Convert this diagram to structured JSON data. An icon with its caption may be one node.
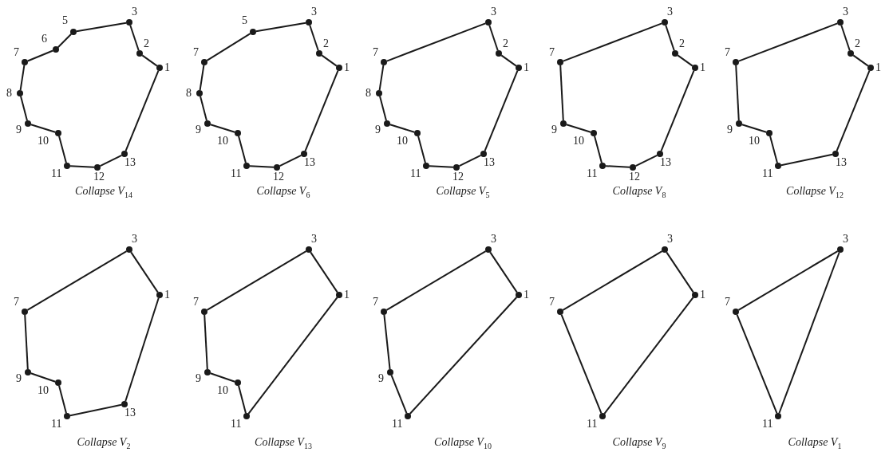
{
  "diagram": {
    "nodes": [
      {
        "text": [],
        "shape": "circle",
        "beside": [
          "1"
        ]
      },
      {
        "text": [],
        "shape": "circle",
        "beside": [
          "2"
        ]
      },
      {
        "text": [],
        "shape": "circle",
        "beside": [
          "3"
        ]
      },
      {
        "text": [],
        "shape": "circle",
        "beside": [
          "5"
        ]
      },
      {
        "text": [],
        "shape": "circle",
        "beside": [
          "6"
        ]
      },
      {
        "text": [],
        "shape": "circle",
        "beside": [
          "7"
        ]
      },
      {
        "text": [],
        "shape": "circle",
        "beside": [
          "8"
        ]
      },
      {
        "text": [],
        "shape": "circle",
        "beside": [
          "9"
        ]
      },
      {
        "text": [],
        "shape": "circle",
        "beside": [
          "10"
        ]
      },
      {
        "text": [],
        "shape": "circle",
        "beside": [
          "11"
        ]
      },
      {
        "text": [],
        "shape": "circle",
        "beside": [
          "12"
        ]
      },
      {
        "text": [],
        "shape": "circle",
        "beside": [
          "13"
        ]
      },
      {
        "text": [],
        "shape": "circle",
        "beside": [
          "1"
        ]
      },
      {
        "text": [],
        "shape": "circle",
        "beside": [
          "2"
        ]
      },
      {
        "text": [],
        "shape": "circle",
        "beside": [
          "3"
        ]
      },
      {
        "text": [],
        "shape": "circle",
        "beside": [
          "5"
        ]
      },
      {
        "text": [],
        "shape": "circle",
        "beside": [
          "7"
        ]
      },
      {
        "text": [],
        "shape": "circle",
        "beside": [
          "8"
        ]
      },
      {
        "text": [],
        "shape": "circle",
        "beside": [
          "9"
        ]
      },
      {
        "text": [],
        "shape": "circle",
        "beside": [
          "10"
        ]
      },
      {
        "text": [],
        "shape": "circle",
        "beside": [
          "11"
        ]
      },
      {
        "text": [],
        "shape": "circle",
        "beside": [
          "12"
        ]
      },
      {
        "text": [],
        "shape": "circle",
        "beside": [
          "13"
        ]
      },
      {
        "text": [],
        "shape": "circle",
        "beside": [
          "1"
        ]
      },
      {
        "text": [],
        "shape": "circle",
        "beside": [
          "2"
        ]
      },
      {
        "text": [],
        "shape": "circle",
        "beside": [
          "3"
        ]
      },
      {
        "text": [],
        "shape": "circle",
        "beside": [
          "7"
        ]
      },
      {
        "text": [],
        "shape": "circle",
        "beside": [
          "8"
        ]
      },
      {
        "text": [],
        "shape": "circle",
        "beside": [
          "9"
        ]
      },
      {
        "text": [],
        "shape": "circle",
        "beside": [
          "10"
        ]
      },
      {
        "text": [],
        "shape": "circle",
        "beside": [
          "11"
        ]
      },
      {
        "text": [],
        "shape": "circle",
        "beside": [
          "12"
        ]
      },
      {
        "text": [],
        "shape": "circle",
        "beside": [
          "13"
        ]
      },
      {
        "text": [],
        "shape": "circle",
        "beside": [
          "1"
        ]
      },
      {
        "text": [],
        "shape": "circle",
        "beside": [
          "2"
        ]
      },
      {
        "text": [],
        "shape": "circle",
        "beside": [
          "3"
        ]
      },
      {
        "text": [],
        "shape": "circle",
        "beside": [
          "7"
        ]
      },
      {
        "text": [],
        "shape": "circle",
        "beside": [
          "9"
        ]
      },
      {
        "text": [],
        "shape": "circle",
        "beside": [
          "10"
        ]
      },
      {
        "text": [],
        "shape": "circle",
        "beside": [
          "11"
        ]
      },
      {
        "text": [],
        "shape": "circle",
        "beside": [
          "12"
        ]
      },
      {
        "text": [],
        "shape": "circle",
        "beside": [
          "13"
        ]
      },
      {
        "text": [],
        "shape": "circle",
        "beside": [
          "1"
        ]
      },
      {
        "text": [],
        "shape": "circle",
        "beside": [
          "2"
        ]
      },
      {
        "text": [],
        "shape": "circle",
        "beside": [
          "3"
        ]
      },
      {
        "text": [],
        "shape": "circle",
        "beside": [
          "7"
        ]
      },
      {
        "text": [],
        "shape": "circle",
        "beside": [
          "9"
        ]
      },
      {
        "text": [],
        "shape": "circle",
        "beside": [
          "10"
        ]
      },
      {
        "text": [],
        "shape": "circle",
        "beside": [
          "11"
        ]
      },
      {
        "text": [],
        "shape": "circle",
        "beside": [
          "13"
        ]
      },
      {
        "text": [],
        "shape": "circle",
        "beside": [
          "1"
        ]
      },
      {
        "text": [],
        "shape": "circle",
        "beside": [
          "3"
        ]
      },
      {
        "text": [],
        "shape": "circle",
        "beside": [
          "7"
        ]
      },
      {
        "text": [],
        "shape": "circle",
        "beside": [
          "9"
        ]
      },
      {
        "text": [],
        "shape": "circle",
        "beside": [
          "10"
        ]
      },
      {
        "text": [],
        "shape": "circle",
        "beside": [
          "11"
        ]
      },
      {
        "text": [],
        "shape": "circle",
        "beside": [
          "13"
        ]
      },
      {
        "text": [],
        "shape": "circle",
        "beside": [
          "1"
        ]
      },
      {
        "text": [],
        "shape": "circle",
        "beside": [
          "3"
        ]
      },
      {
        "text": [],
        "shape": "circle",
        "beside": [
          "7"
        ]
      },
      {
        "text": [],
        "shape": "circle",
        "beside": [
          "9"
        ]
      },
      {
        "text": [],
        "shape": "circle",
        "beside": [
          "10"
        ]
      },
      {
        "text": [],
        "shape": "circle",
        "beside": [
          "11"
        ]
      },
      {
        "text": [],
        "shape": "circle",
        "beside": [
          "1"
        ]
      },
      {
        "text": [],
        "shape": "circle",
        "beside": [
          "3"
        ]
      },
      {
        "text": [],
        "shape": "circle",
        "beside": [
          "7"
        ]
      },
      {
        "text": [],
        "shape": "circle",
        "beside": [
          "9"
        ]
      },
      {
        "text": [],
        "shape": "circle",
        "beside": [
          "11"
        ]
      },
      {
        "text": [],
        "shape": "circle",
        "beside": [
          "1"
        ]
      },
      {
        "text": [],
        "shape": "circle",
        "beside": [
          "3"
        ]
      },
      {
        "text": [],
        "shape": "circle",
        "beside": [
          "7"
        ]
      },
      {
        "text": [],
        "shape": "circle",
        "beside": [
          "11"
        ]
      },
      {
        "text": [],
        "shape": "circle",
        "beside": [
          "3"
        ]
      },
      {
        "text": [],
        "shape": "circle",
        "beside": [
          "7"
        ]
      },
      {
        "text": [],
        "shape": "circle",
        "beside": [
          "11"
        ]
      }
    ],
    "edges": [
      {
        "from": 0,
        "to": 1,
        "arrow": "none"
      },
      {
        "from": 1,
        "to": 2,
        "arrow": "none"
      },
      {
        "from": 2,
        "to": 3,
        "arrow": "none"
      },
      {
        "from": 3,
        "to": 4,
        "arrow": "none"
      },
      {
        "from": 4,
        "to": 5,
        "arrow": "none"
      },
      {
        "from": 5,
        "to": 6,
        "arrow": "none"
      },
      {
        "from": 6,
        "to": 7,
        "arrow": "none"
      },
      {
        "from": 7,
        "to": 8,
        "arrow": "none"
      },
      {
        "from": 8,
        "to": 9,
        "arrow": "none"
      },
      {
        "from": 9,
        "to": 10,
        "arrow": "none"
      },
      {
        "from": 10,
        "to": 11,
        "arrow": "none"
      },
      {
        "from": 11,
        "to": 0,
        "arrow": "none"
      },
      {
        "from": 12,
        "to": 13,
        "arrow": "none"
      },
      {
        "from": 13,
        "to": 14,
        "arrow": "none"
      },
      {
        "from": 14,
        "to": 15,
        "arrow": "none"
      },
      {
        "from": 15,
        "to": 16,
        "arrow": "none"
      },
      {
        "from": 16,
        "to": 17,
        "arrow": "none"
      },
      {
        "from": 17,
        "to": 18,
        "arrow": "none"
      },
      {
        "from": 18,
        "to": 19,
        "arrow": "none"
      },
      {
        "from": 19,
        "to": 20,
        "arrow": "none"
      },
      {
        "from": 20,
        "to": 21,
        "arrow": "none"
      },
      {
        "from": 21,
        "to": 22,
        "arrow": "none"
      },
      {
        "from": 22,
        "to": 12,
        "arrow": "none"
      },
      {
        "from": 23,
        "to": 24,
        "arrow": "none"
      },
      {
        "from": 24,
        "to": 25,
        "arrow": "none"
      },
      {
        "from": 25,
        "to": 26,
        "arrow": "none"
      },
      {
        "from": 26,
        "to": 27,
        "arrow": "none"
      },
      {
        "from": 27,
        "to": 28,
        "arrow": "none"
      },
      {
        "from": 28,
        "to": 29,
        "arrow": "none"
      },
      {
        "from": 29,
        "to": 30,
        "arrow": "none"
      },
      {
        "from": 30,
        "to": 31,
        "arrow": "none"
      },
      {
        "from": 31,
        "to": 32,
        "arrow": "none"
      },
      {
        "from": 32,
        "to": 23,
        "arrow": "none"
      },
      {
        "from": 33,
        "to": 34,
        "arrow": "none"
      },
      {
        "from": 34,
        "to": 35,
        "arrow": "none"
      },
      {
        "from": 35,
        "to": 36,
        "arrow": "none"
      },
      {
        "from": 36,
        "to": 37,
        "arrow": "none"
      },
      {
        "from": 37,
        "to": 38,
        "arrow": "none"
      },
      {
        "from": 38,
        "to": 39,
        "arrow": "none"
      },
      {
        "from": 39,
        "to": 40,
        "arrow": "none"
      },
      {
        "from": 40,
        "to": 41,
        "arrow": "none"
      },
      {
        "from": 41,
        "to": 33,
        "arrow": "none"
      },
      {
        "from": 42,
        "to": 43,
        "arrow": "none"
      },
      {
        "from": 43,
        "to": 44,
        "arrow": "none"
      },
      {
        "from": 44,
        "to": 45,
        "arrow": "none"
      },
      {
        "from": 45,
        "to": 46,
        "arrow": "none"
      },
      {
        "from": 46,
        "to": 47,
        "arrow": "none"
      },
      {
        "from": 47,
        "to": 48,
        "arrow": "none"
      },
      {
        "from": 48,
        "to": 49,
        "arrow": "none"
      },
      {
        "from": 49,
        "to": 42,
        "arrow": "none"
      },
      {
        "from": 50,
        "to": 51,
        "arrow": "none"
      },
      {
        "from": 51,
        "to": 52,
        "arrow": "none"
      },
      {
        "from": 52,
        "to": 53,
        "arrow": "none"
      },
      {
        "from": 53,
        "to": 54,
        "arrow": "none"
      },
      {
        "from": 54,
        "to": 55,
        "arrow": "none"
      },
      {
        "from": 55,
        "to": 56,
        "arrow": "none"
      },
      {
        "from": 56,
        "to": 50,
        "arrow": "none"
      },
      {
        "from": 57,
        "to": 58,
        "arrow": "none"
      },
      {
        "from": 58,
        "to": 59,
        "arrow": "none"
      },
      {
        "from": 59,
        "to": 60,
        "arrow": "none"
      },
      {
        "from": 60,
        "to": 61,
        "arrow": "none"
      },
      {
        "from": 61,
        "to": 62,
        "arrow": "none"
      },
      {
        "from": 62,
        "to": 57,
        "arrow": "none"
      },
      {
        "from": 63,
        "to": 64,
        "arrow": "none"
      },
      {
        "from": 64,
        "to": 65,
        "arrow": "none"
      },
      {
        "from": 65,
        "to": 66,
        "arrow": "none"
      },
      {
        "from": 66,
        "to": 67,
        "arrow": "none"
      },
      {
        "from": 67,
        "to": 63,
        "arrow": "none"
      },
      {
        "from": 68,
        "to": 69,
        "arrow": "none"
      },
      {
        "from": 69,
        "to": 70,
        "arrow": "none"
      },
      {
        "from": 70,
        "to": 71,
        "arrow": "none"
      },
      {
        "from": 71,
        "to": 68,
        "arrow": "none"
      },
      {
        "from": 72,
        "to": 73,
        "arrow": "none"
      },
      {
        "from": 73,
        "to": 74,
        "arrow": "none"
      },
      {
        "from": 74,
        "to": 72,
        "arrow": "none"
      }
    ],
    "labels": [
      "*Collapse V*$_{14}$",
      "*Collapse V*$_{6}$",
      "*Collapse V*$_{5}$",
      "*Collapse V*$_{8}$",
      "*Collapse V*$_{12}$",
      "*Collapse V*$_{2}$",
      "*Collapse V*$_{13}$",
      "*Collapse V*$_{10}$",
      "*Collapse V*$_{9}$",
      "*Collapse V*$_{1}$"
    ]
  }
}
